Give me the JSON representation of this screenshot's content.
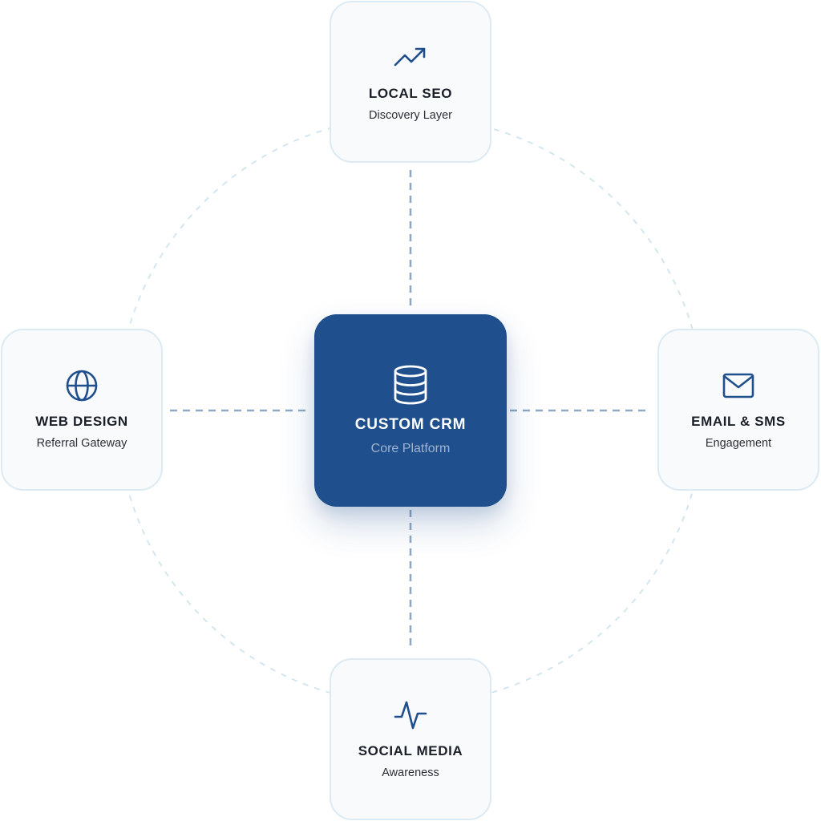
{
  "colors": {
    "hub_background": "#1f4f8c",
    "hub_subtitle": "#9fb3cf",
    "node_background": "#f9fafc",
    "node_border": "#dceaf3",
    "icon_stroke": "#1f4f8c",
    "connector": "#8fa9c4",
    "orbit": "#cfe4ee"
  },
  "hub": {
    "icon": "database-icon",
    "title": "CUSTOM CRM",
    "subtitle": "Core Platform"
  },
  "nodes": {
    "top": {
      "icon": "trending-up-icon",
      "title": "LOCAL SEO",
      "subtitle": "Discovery Layer"
    },
    "left": {
      "icon": "globe-icon",
      "title": "WEB DESIGN",
      "subtitle": "Referral Gateway"
    },
    "right": {
      "icon": "mail-icon",
      "title": "EMAIL & SMS",
      "subtitle": "Engagement"
    },
    "bottom": {
      "icon": "activity-pulse-icon",
      "title": "SOCIAL MEDIA",
      "subtitle": "Awareness"
    }
  }
}
